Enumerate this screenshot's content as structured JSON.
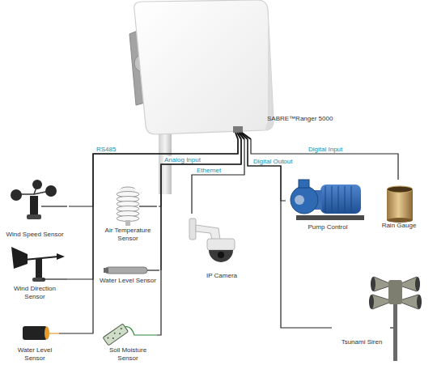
{
  "diagram": {
    "nodes": [
      {
        "text": [
          "SABRE™Ranger 5000"
        ]
      },
      {
        "text": [
          "Wind Speed Sensor"
        ]
      },
      {
        "text": [
          "Wind Direction Sensor"
        ]
      },
      {
        "text": [
          "Water Level Sensor"
        ]
      },
      {
        "text": [
          "Air Temperature Sensor"
        ]
      },
      {
        "text": [
          "Water Level Sensor"
        ]
      },
      {
        "text": [
          "Soil Moisture Sensor"
        ]
      },
      {
        "text": [
          "IP Camera"
        ]
      },
      {
        "text": [
          "Pump Control"
        ]
      },
      {
        "text": [
          "Rain Gauge"
        ]
      },
      {
        "text": [
          "Tsunami Siren"
        ]
      }
    ],
    "edges": [
      {
        "from": 0,
        "to": 1,
        "arrow": "none"
      },
      {
        "from": 0,
        "to": 2,
        "arrow": "none"
      },
      {
        "from": 0,
        "to": 3,
        "arrow": "none"
      },
      {
        "from": 0,
        "to": 4,
        "arrow": "none"
      },
      {
        "from": 0,
        "to": 5,
        "arrow": "none"
      },
      {
        "from": 0,
        "to": 6,
        "arrow": "none"
      },
      {
        "from": 0,
        "to": 7,
        "arrow": "none"
      },
      {
        "from": 0,
        "to": 8,
        "arrow": "none"
      },
      {
        "from": 0,
        "to": 9,
        "arrow": "none"
      },
      {
        "from": 0,
        "to": 10,
        "arrow": "none"
      }
    ],
    "labels": [
      "RS485",
      "Analog Input",
      "Ethernet",
      "Digital Outout",
      "Digital Input"
    ]
  }
}
